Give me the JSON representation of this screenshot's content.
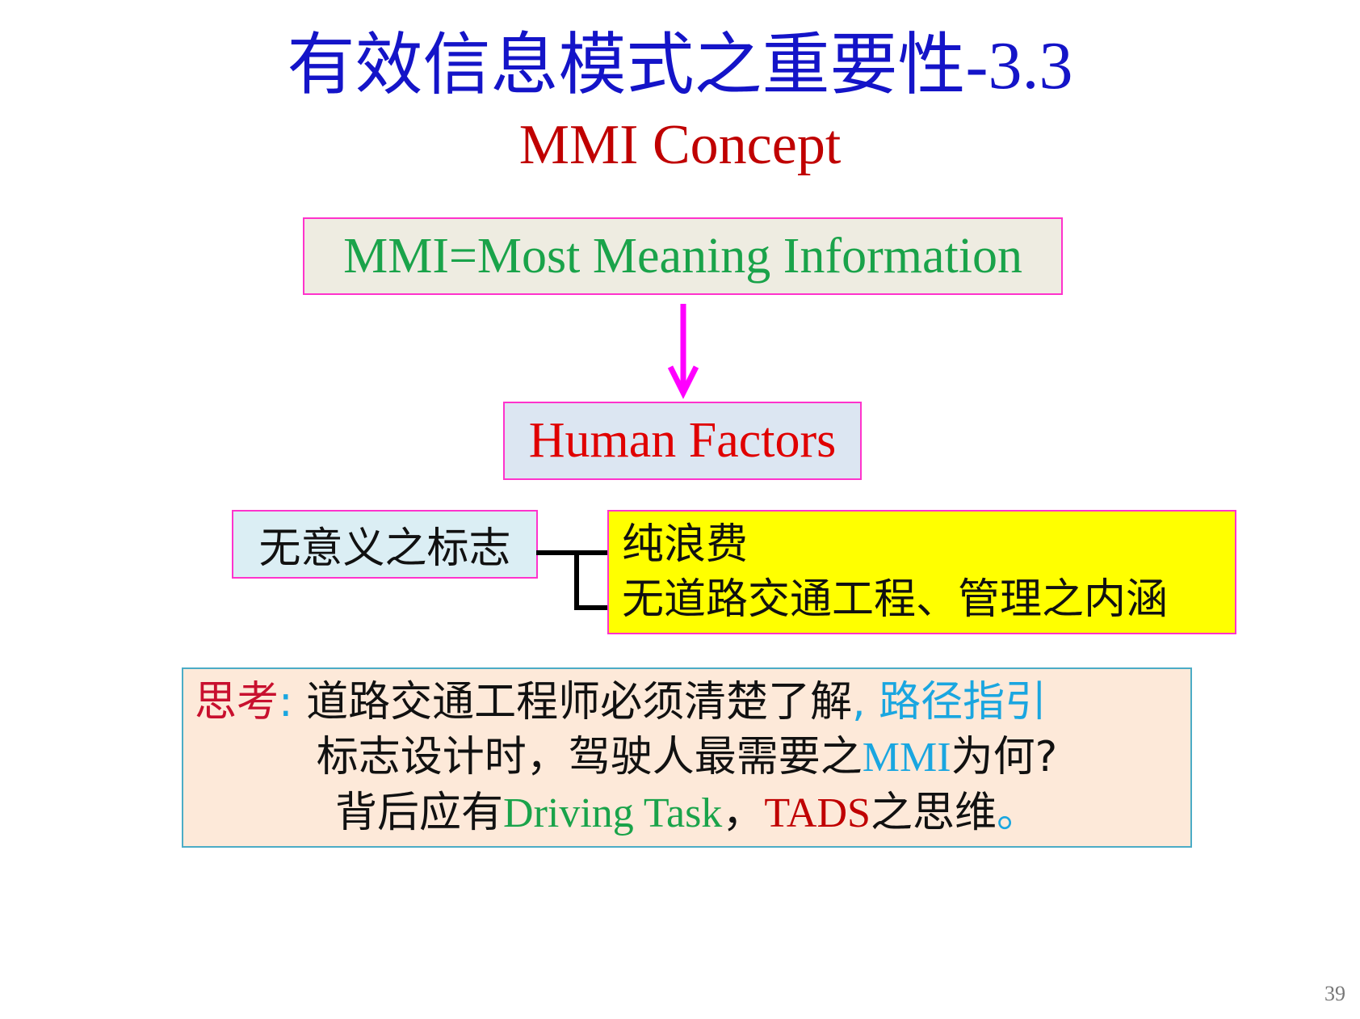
{
  "title": {
    "cn": "有效信息模式之重要性",
    "num": "-3.3"
  },
  "subtitle": "MMI Concept",
  "mmi_box": "MMI=Most Meaning Information",
  "human_factors_box": "Human Factors",
  "left_box": "无意义之标志",
  "yellow_box": {
    "line1": "纯浪费",
    "line2": "无道路交通工程、管理之内涵"
  },
  "think_box": {
    "label": "思考",
    "colon": ":",
    "line1_text": "道路交通工程师必须清楚了解",
    "line1_comma": ",",
    "line1_blue": "路径指引",
    "line2_a": "标志设计时，驾驶人最需要之",
    "line2_mmi": "MMI",
    "line2_b": "为何?",
    "line3_a": "背后应有",
    "line3_green": "Driving Task",
    "line3_comma": "，",
    "line3_tads": "TADS",
    "line3_b": "之思维",
    "line3_end": "。"
  },
  "page_number": "39",
  "colors": {
    "title": "#1414c8",
    "accent_magenta": "#ff33cc",
    "green": "#1aa34a",
    "red": "#c00000",
    "cyan": "#1aa6e0"
  }
}
